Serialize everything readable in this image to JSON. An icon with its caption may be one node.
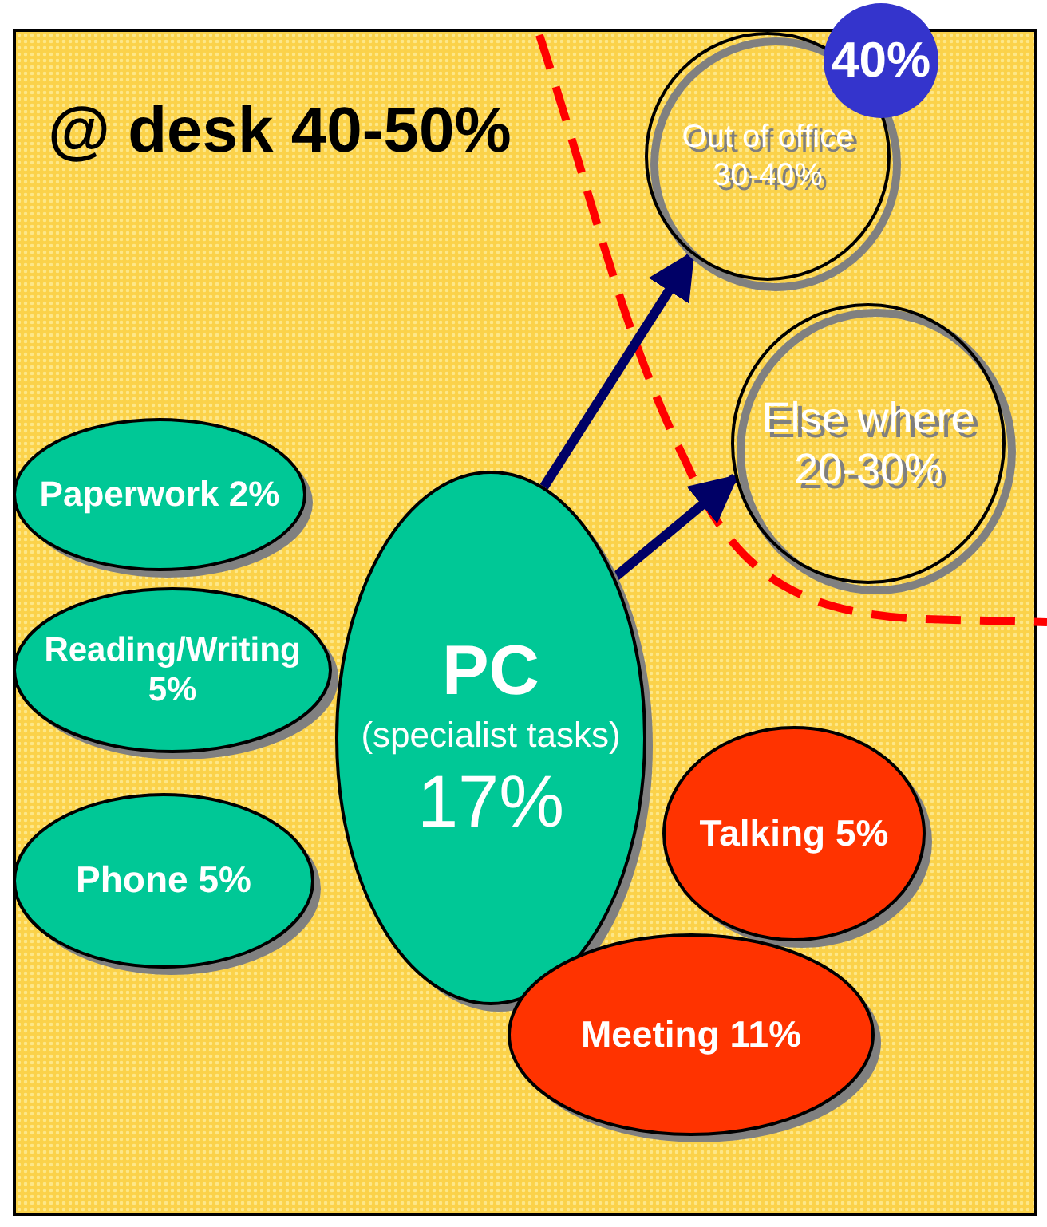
{
  "diagram": {
    "nodes": [
      {
        "text": [
          "@ desk 40-50%"
        ]
      },
      {
        "text": [
          "Out of office 30-40%"
        ],
        "in": 0
      },
      {
        "text": [
          "40%"
        ]
      },
      {
        "text": [
          "Else where 20-30%"
        ],
        "in": 0
      },
      {
        "text": [
          "Paperwork 2%"
        ],
        "in": 0
      },
      {
        "text": [
          "Reading/Writing 5%"
        ],
        "in": 0
      },
      {
        "text": [
          "PC",
          "(specialist tasks)",
          "17%"
        ],
        "in": 0
      },
      {
        "text": [
          "Phone 5%"
        ],
        "in": 0
      },
      {
        "text": [
          "Talking 5%"
        ],
        "in": 0
      },
      {
        "text": [
          "Meeting 11%"
        ],
        "in": 0
      }
    ],
    "edges": [
      {
        "from": 6,
        "to": 1,
        "arrow": "to"
      },
      {
        "from": 6,
        "to": 3,
        "arrow": "to"
      }
    ]
  }
}
